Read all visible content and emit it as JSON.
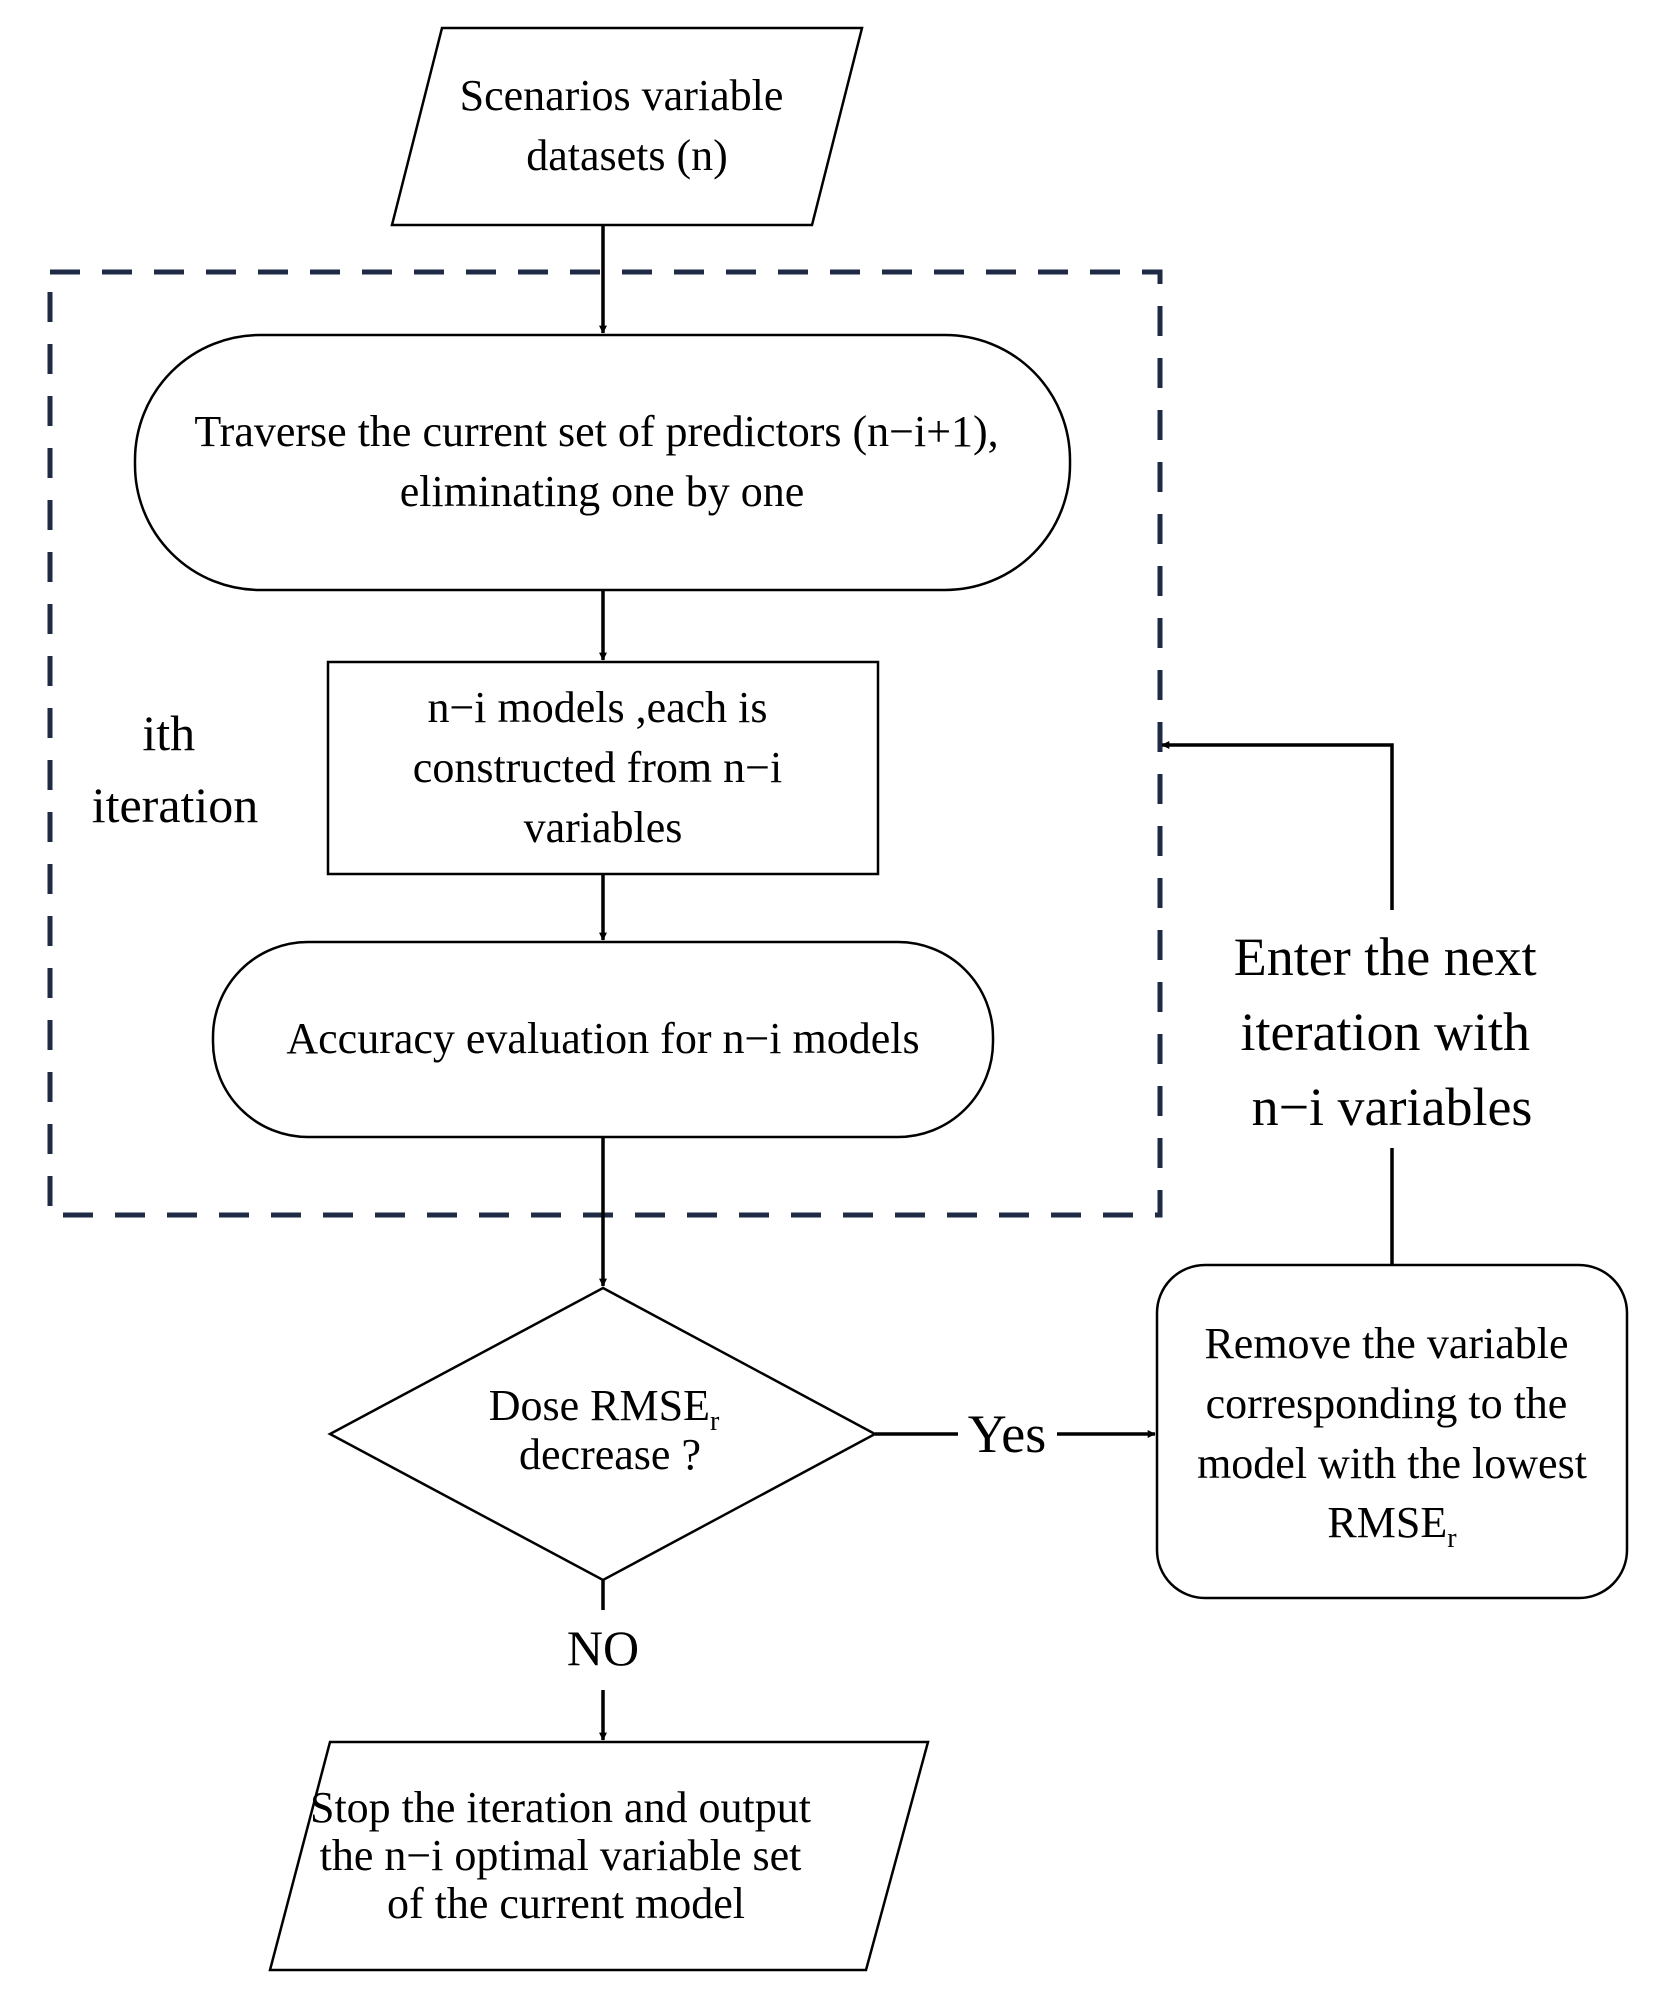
{
  "nodes": {
    "input": {
      "lines": [
        "Scenarios variable",
        "datasets (n)"
      ]
    },
    "traverse": {
      "lines": [
        "Traverse the current set of predictors (n−i+1),",
        "eliminating one by one"
      ]
    },
    "models": {
      "lines": [
        "n−i models ,each is",
        "constructed from n−i",
        "variables"
      ]
    },
    "accuracy": {
      "lines": [
        "Accuracy evaluation for n−i models"
      ]
    },
    "decision": {
      "line1_text": "Dose RMSE",
      "line1_sub": "r",
      "line2": "decrease ?"
    },
    "remove": {
      "lines": [
        "Remove the variable",
        "corresponding to the",
        "model with the lowest"
      ],
      "last_text": "RMSE",
      "last_sub": "r"
    },
    "output": {
      "lines": [
        "Stop the iteration and output",
        "the n−i optimal variable set",
        "of the current model"
      ]
    }
  },
  "group": {
    "lines": [
      "ith",
      "iteration"
    ]
  },
  "edges": {
    "yes": "Yes",
    "no": "NO",
    "loop": {
      "lines": [
        "Enter the next",
        "iteration with",
        "n−i variables"
      ]
    }
  },
  "colors": {
    "group_border": "#1f2a44",
    "line": "#000000",
    "background": "#ffffff"
  }
}
